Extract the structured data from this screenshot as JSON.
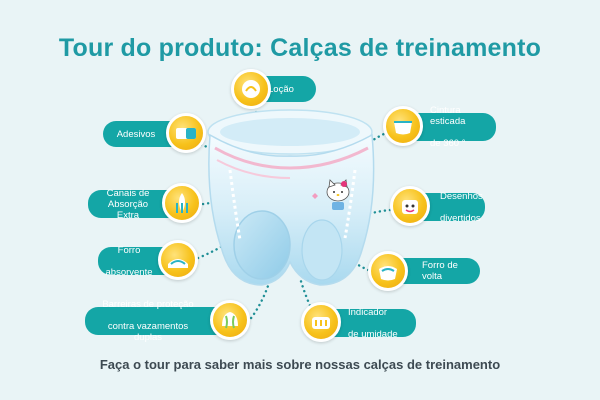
{
  "header": {
    "title": "Tour do produto: Calças de treinamento"
  },
  "footer": {
    "subtitle": "Faça o tour para saber mais sobre nossas calças de treinamento"
  },
  "features": {
    "locao": {
      "label": "Loção",
      "icon": "lotion-drop-icon"
    },
    "adesivos": {
      "label": "Adesivos",
      "icon": "adhesive-tab-icon"
    },
    "canais": {
      "line1": "Canais de",
      "line2": "Absorção Extra",
      "icon": "absorption-channels-icon"
    },
    "forro_absorvente": {
      "line1": "Forro",
      "line2": "absorvente",
      "icon": "absorbent-lining-icon"
    },
    "barreiras": {
      "line1": "Barreiras de proteção",
      "line2": "contra vazamentos duplas",
      "icon": "leak-guard-icon"
    },
    "cintura": {
      "line1": "Cintura esticada",
      "line2": "de 360 °",
      "icon": "waistband-icon"
    },
    "desenhos": {
      "line1": "Desenhos",
      "line2": "divertidos",
      "icon": "fun-designs-icon"
    },
    "forro_volta": {
      "label": "Forro de volta",
      "icon": "back-lining-icon"
    },
    "indicador": {
      "line1": "Indicador",
      "line2": "de umidade",
      "icon": "wetness-indicator-icon"
    }
  },
  "colors": {
    "background": "#e9f4f6",
    "title": "#1f9aa4",
    "pill": "#14a6a6",
    "icon_fill": "#f7c21b",
    "dots": "#1f8f96"
  },
  "product_image": "training-pants-diaper"
}
